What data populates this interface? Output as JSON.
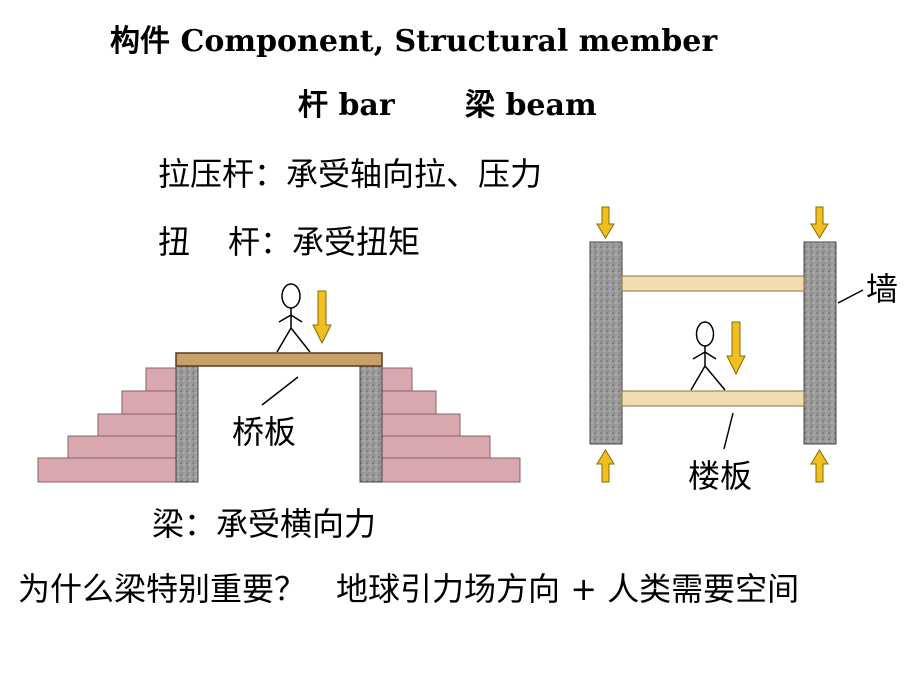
{
  "text": {
    "line1": "构件 Component, Structural member",
    "bar": "杆 bar",
    "beam": "梁 beam",
    "line3": "拉压杆：承受轴向拉、压力",
    "line4_a": "扭",
    "line4_b": "杆：承受扭矩",
    "line5": "梁：承受横向力",
    "line6_a": "为什么梁特别重要？",
    "line6_b": "地球引力场方向 + 人类需要空间"
  },
  "labels": {
    "bridge_deck": "桥板",
    "floor_slab": "楼板",
    "wall": "墙"
  },
  "colors": {
    "stairs": "#d8a8ae",
    "plank": "#c8a06a",
    "beam": "#f0ddb0",
    "wall": "#9a9a9a",
    "arrow": "#f0c020"
  },
  "icons": [
    "stick-figure-icon",
    "down-arrow-icon",
    "up-arrow-icon"
  ]
}
